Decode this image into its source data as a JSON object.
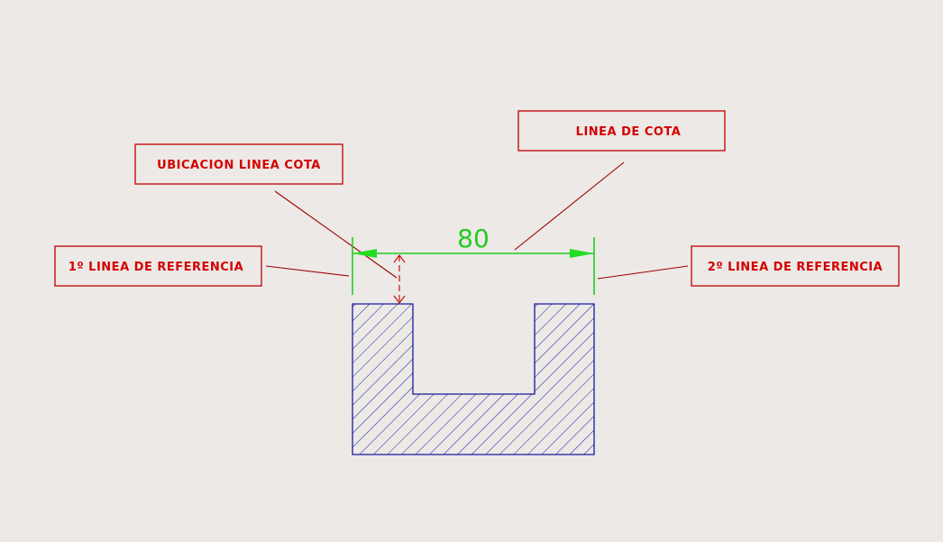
{
  "labels": {
    "ubicacion": "UBICACION LINEA COTA",
    "linea_cota": "LINEA DE COTA",
    "ref1": "1º LINEA DE REFERENCIA",
    "ref2": "2º LINEA DE REFERENCIA"
  },
  "dimension": {
    "value": "80"
  },
  "colors": {
    "background": "#ece9e6",
    "labels": "#d40000",
    "dimension": "#22cc22",
    "part": "#1a1aa0"
  }
}
